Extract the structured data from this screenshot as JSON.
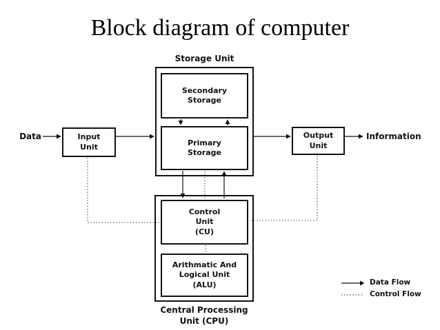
{
  "title": "Block diagram of computer",
  "labels": {
    "data": "Data",
    "information": "Information"
  },
  "storage": {
    "caption": "Storage Unit",
    "secondary": "Secondary\nStorage",
    "primary": "Primary\nStorage"
  },
  "cpu": {
    "caption": "Central Processing\nUnit (CPU)",
    "control": "Control\nUnit\n(CU)",
    "alu": "Arithmatic And\nLogical Unit\n(ALU)"
  },
  "io": {
    "input": "Input\nUnit",
    "output": "Output\nUnit"
  },
  "legend": {
    "data_flow": "Data Flow",
    "control_flow": "Control Flow"
  },
  "colors": {
    "ink": "#111111",
    "background": "#ffffff"
  }
}
